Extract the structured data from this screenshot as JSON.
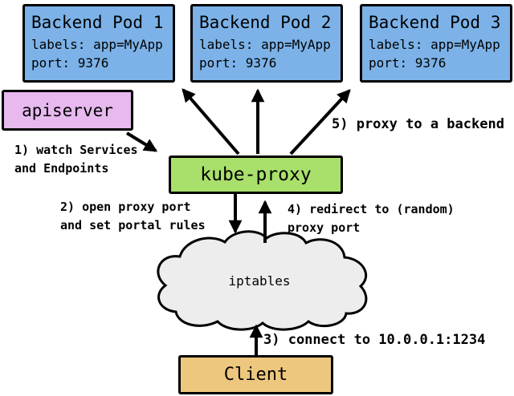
{
  "pods": [
    {
      "title": "Backend Pod 1",
      "labels_line": "labels: app=MyApp",
      "port_line": "port: 9376"
    },
    {
      "title": "Backend Pod 2",
      "labels_line": "labels: app=MyApp",
      "port_line": "port: 9376"
    },
    {
      "title": "Backend Pod 3",
      "labels_line": "labels: app=MyApp",
      "port_line": "port: 9376"
    }
  ],
  "apiserver": {
    "label": "apiserver"
  },
  "kube_proxy": {
    "label": "kube-proxy"
  },
  "iptables": {
    "label": "iptables"
  },
  "client": {
    "label": "Client"
  },
  "steps": {
    "step1": "1) watch Services\nand Endpoints",
    "step2": "2) open proxy port\nand set portal rules",
    "step3": "3) connect to 10.0.0.1:1234",
    "step4": "4) redirect to (random)\nproxy port",
    "step5": "5) proxy to a backend"
  },
  "colors": {
    "pod_fill": "#7cb2e8",
    "apiserver_fill": "#e7b9ef",
    "kube_proxy_fill": "#a9e06b",
    "client_fill": "#edc77d",
    "cloud_fill": "#ededed",
    "stroke": "#000000"
  }
}
